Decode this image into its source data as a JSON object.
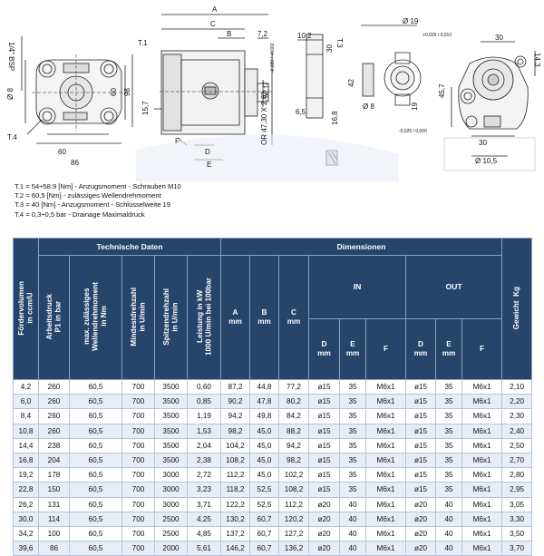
{
  "drawing": {
    "labels": {
      "A": "A",
      "B": "B",
      "C": "C",
      "D": "D",
      "E": "E",
      "F": "F",
      "bsp": "1/4\" BSP",
      "t1": "T.1",
      "t2": "T.2",
      "t3": "T.3",
      "t4": "T.4",
      "h60": "60",
      "h98": "98",
      "w60": "60",
      "w86": "86",
      "d157": "15,7",
      "d72": "7,2",
      "d52": "52 f7",
      "f_tol": "-0,030 / -0,060",
      "or": "OR 47,30 X 2,62",
      "d102": "10,2",
      "d30v": "30",
      "d42": "42",
      "d65": "6,5",
      "d168": "16,8",
      "d19": "Ø 19",
      "tol19": "+0,025 / 0,010",
      "d8": "Ø 8",
      "tol8": "-0,025 / 0,000",
      "d19b": "19",
      "d30b": "30",
      "d143": "14,3",
      "d457": "45,7",
      "d30c": "30",
      "d105": "Ø 10,5"
    },
    "colors": {
      "line": "#222222",
      "fill": "#f2f2f2",
      "dark": "#333333"
    }
  },
  "notes": [
    "T.1 = 54÷58.9 [Nm] - Anzugsmoment - Schrauben M10",
    "T.2 = 60,5 [Nm] - zulässiges Wellendrehmoment",
    "T.3 = 40 [Nm] - Anzugsmoment - Schlüsselweite 19",
    "T.4 = 0,3÷0,5 bar - Drainage Maximaldruck"
  ],
  "table": {
    "colors": {
      "header": "#27446b",
      "stripe": "#e7edf6"
    },
    "group_headers": {
      "technische_daten": "Technische Daten",
      "dimensionen": "Dimensionen",
      "in": "IN",
      "out": "OUT"
    },
    "headers": {
      "foerdervolumen": "Fördervolumen\nin ccm/U",
      "arbeitsdruck": "Arbeitsdruck\nP1 in bar",
      "drehmoment": "max. zulässiges\nWellendrehmoment\nin Nm",
      "mindestdrehzahl": "Mindestdrehzahl\nin U/min",
      "spitzendrehzahl": "Spitzendrehzahl\nin U/min",
      "leistung": "Leistung in kW\n1000 U/min bei 100bar",
      "a": "A\nmm",
      "b": "B\nmm",
      "c": "C\nmm",
      "in_d": "D\nmm",
      "in_e": "E\nmm",
      "in_f": "F",
      "out_d": "D\nmm",
      "out_e": "E\nmm",
      "out_f": "F",
      "gewicht": "Gewicht  Kg"
    },
    "rows": [
      [
        "4,2",
        "260",
        "60,5",
        "700",
        "3500",
        "0,60",
        "87,2",
        "44,8",
        "77,2",
        "ø15",
        "35",
        "M6x1",
        "ø15",
        "35",
        "M6x1",
        "2,10"
      ],
      [
        "6,0",
        "260",
        "60,5",
        "700",
        "3500",
        "0,85",
        "90,2",
        "47,8",
        "80,2",
        "ø15",
        "35",
        "M6x1",
        "ø15",
        "35",
        "M6x1",
        "2,20"
      ],
      [
        "8,4",
        "260",
        "60,5",
        "700",
        "3500",
        "1,19",
        "94,2",
        "49,8",
        "84,2",
        "ø15",
        "35",
        "M6x1",
        "ø15",
        "35",
        "M6x1",
        "2,30"
      ],
      [
        "10,8",
        "260",
        "60,5",
        "700",
        "3500",
        "1,53",
        "98,2",
        "45,0",
        "88,2",
        "ø15",
        "35",
        "M6x1",
        "ø15",
        "35",
        "M6x1",
        "2,40"
      ],
      [
        "14,4",
        "238",
        "60,5",
        "700",
        "3500",
        "2,04",
        "104,2",
        "45,0",
        "94,2",
        "ø15",
        "35",
        "M6x1",
        "ø15",
        "35",
        "M6x1",
        "2,50"
      ],
      [
        "16,8",
        "204",
        "60,5",
        "700",
        "3500",
        "2,38",
        "108,2",
        "45,0",
        "98,2",
        "ø15",
        "35",
        "M6x1",
        "ø15",
        "35",
        "M6x1",
        "2,70"
      ],
      [
        "19,2",
        "178",
        "60,5",
        "700",
        "3000",
        "2,72",
        "112,2",
        "45,0",
        "102,2",
        "ø15",
        "35",
        "M6x1",
        "ø15",
        "35",
        "M6x1",
        "2,80"
      ],
      [
        "22,8",
        "150",
        "60,5",
        "700",
        "3000",
        "3,23",
        "118,2",
        "52,5",
        "108,2",
        "ø15",
        "35",
        "M6x1",
        "ø15",
        "35",
        "M6x1",
        "2,95"
      ],
      [
        "26,2",
        "131",
        "60,5",
        "700",
        "3000",
        "3,71",
        "122,2",
        "52,5",
        "112,2",
        "ø20",
        "40",
        "M6x1",
        "ø20",
        "40",
        "M6x1",
        "3,05"
      ],
      [
        "30,0",
        "114",
        "60,5",
        "700",
        "2500",
        "4,25",
        "130,2",
        "60,7",
        "120,2",
        "ø20",
        "40",
        "M6x1",
        "ø20",
        "40",
        "M6x1",
        "3,30"
      ],
      [
        "34,2",
        "100",
        "60,5",
        "700",
        "2500",
        "4,85",
        "137,2",
        "60,7",
        "127,2",
        "ø20",
        "40",
        "M6x1",
        "ø20",
        "40",
        "M6x1",
        "3,50"
      ],
      [
        "39,6",
        "86",
        "60,5",
        "700",
        "2000",
        "5,61",
        "146,2",
        "60,7",
        "136,2",
        "ø20",
        "40",
        "M6x1",
        "ø20",
        "40",
        "M6x1",
        "3,70"
      ]
    ]
  }
}
